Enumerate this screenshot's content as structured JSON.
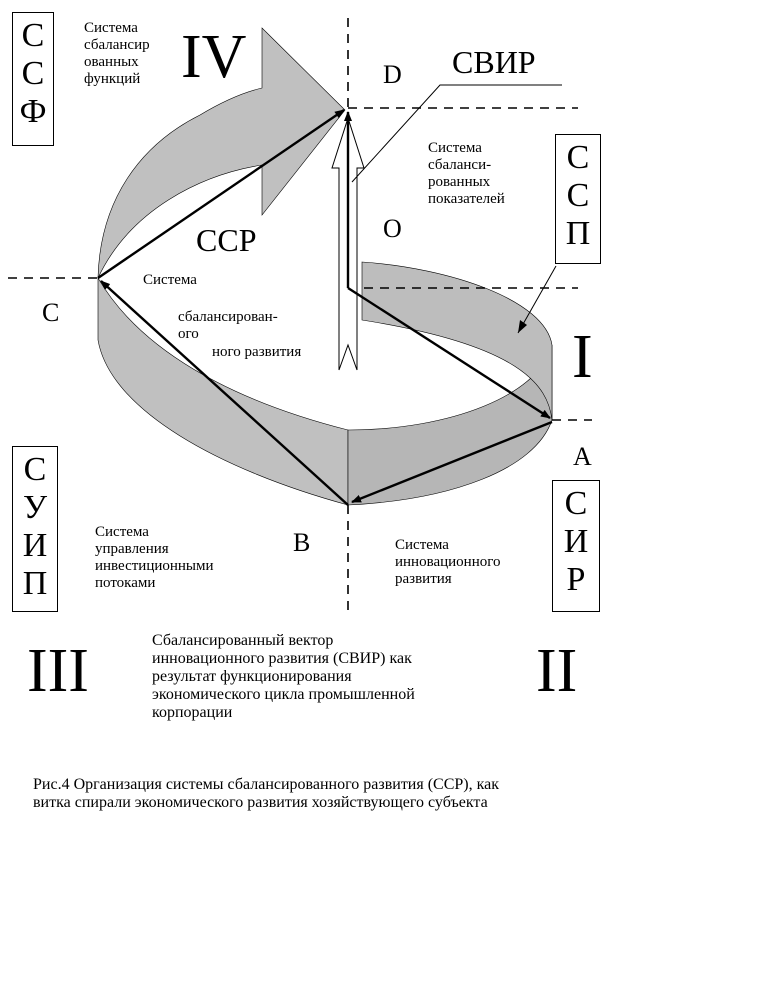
{
  "labels": {
    "ssf_desc": "Система\nсбалансир\nованных\nфункций",
    "ssp_desc": "Система\nсбаланси-\nрованных\nпоказателей",
    "ssr_desc_1": "Система",
    "ssr_desc_2": "сбалансирован-\nого",
    "ssr_desc_3": "ного развития",
    "suip_desc": "Система\nуправления\nинвестиционными\nпотоками",
    "sir_desc": "Система\nинновационного\nразвития",
    "svir": "СВИР",
    "ssr": "ССР",
    "vector_caption": "Сбалансированный вектор\nинновационного развития (СВИР) как\nрезультат функционирования\nэкономического цикла промышленной\nкорпорации",
    "figure_caption": "Рис.4 Организация системы сбалансированного развития (ССР), как\nвитка спирали экономического развития хозяйствующего субъекта"
  },
  "boxes": {
    "ssf": [
      "С",
      "С",
      "Ф"
    ],
    "ssp": [
      "С",
      "С",
      "П"
    ],
    "suip": [
      "С",
      "У",
      "И",
      "П"
    ],
    "sir": [
      "С",
      "И",
      "Р"
    ]
  },
  "quadrants": {
    "q1": "I",
    "q2": "II",
    "q3": "III",
    "q4": "IV"
  },
  "points": {
    "a": "A",
    "b": "B",
    "c": "C",
    "d": "D",
    "o": "O"
  },
  "colors": {
    "ribbon": "#c0c0c0",
    "ribbon_dark": "#a8a8a8",
    "line": "#000000"
  }
}
